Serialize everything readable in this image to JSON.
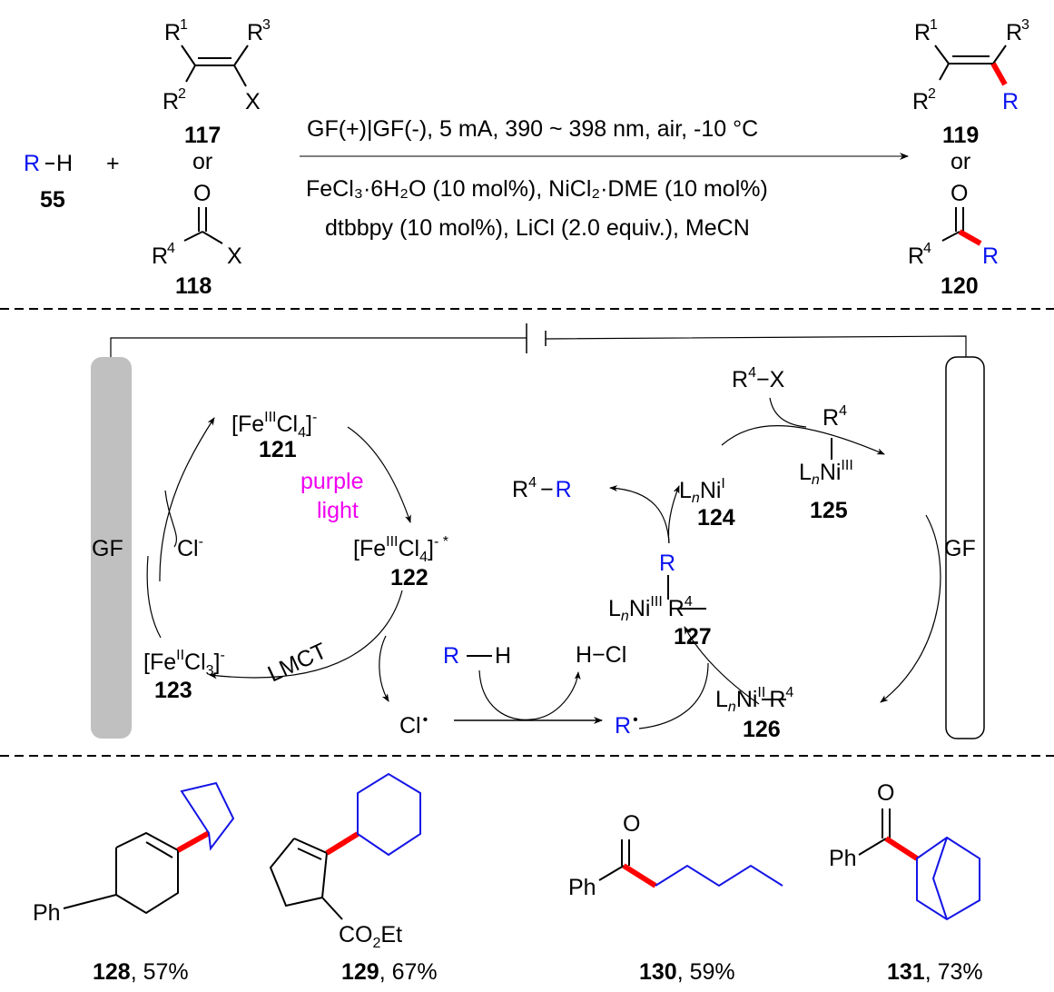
{
  "reaction": {
    "reactant_rh": {
      "r": "R",
      "bond": "−",
      "h": "H",
      "label": "55"
    },
    "plus": "+",
    "substrate_117": {
      "r1": "R",
      "r1_sup": "1",
      "r2": "R",
      "r2_sup": "2",
      "r3": "R",
      "r3_sup": "3",
      "x": "X",
      "label": "117"
    },
    "or_1": "or",
    "substrate_118": {
      "o": "O",
      "r4": "R",
      "r4_sup": "4",
      "x": "X",
      "label": "118"
    },
    "conditions": {
      "line1": "GF(+)|GF(-), 5 mA, 390 ~ 398 nm, air, -10 °C",
      "line2": "FeCl₃·6H₂O (10 mol%), NiCl₂·DME (10 mol%)",
      "line3": "dtbbpy (10 mol%), LiCl (2.0 equiv.), MeCN"
    },
    "product_119": {
      "r1": "R",
      "r1_sup": "1",
      "r2": "R",
      "r2_sup": "2",
      "r3": "R",
      "r3_sup": "3",
      "r": "R",
      "label": "119"
    },
    "or_2": "or",
    "product_120": {
      "o": "O",
      "r4": "R",
      "r4_sup": "4",
      "r": "R",
      "label": "120"
    }
  },
  "mechanism": {
    "electrode_left": "GF",
    "electrode_right": "GF",
    "iron_cycle": {
      "fe121": {
        "text": "[Fe",
        "sup": "III",
        "mid": "Cl",
        "sub": "4",
        "end": "]",
        "charge": "-",
        "label": "121"
      },
      "light_line1": "purple",
      "light_line2": "light",
      "fe122": {
        "text": "[Fe",
        "sup": "III",
        "mid": "Cl",
        "sub": "4",
        "end": "]",
        "charge": "- *",
        "label": "122"
      },
      "fe123": {
        "text": "[Fe",
        "sup": "II",
        "mid": "Cl",
        "sub": "3",
        "end": "]",
        "charge": "-",
        "label": "123"
      },
      "lmct": "LMCT",
      "chloride": "Cl",
      "chloride_charge": "-",
      "cl_radical": "Cl",
      "radical_dot": "•"
    },
    "hat": {
      "rh_r": "R",
      "rh_h": "H",
      "hcl": "H−Cl",
      "r_radical": "R"
    },
    "nickel_cycle": {
      "r4x": {
        "r": "R",
        "sup": "4",
        "rest": "−X"
      },
      "ni124": {
        "l": "L",
        "n": "n",
        "ni": "Ni",
        "ox": "I",
        "label": "124"
      },
      "ni125": {
        "r4": "R",
        "r4_sup": "4",
        "l": "L",
        "n": "n",
        "ni": "Ni",
        "ox": "III",
        "label": "125"
      },
      "ni126": {
        "l": "L",
        "n": "n",
        "ni": "Ni",
        "ox": "II",
        "r4": "R",
        "r4_sup": "4",
        "label": "126"
      },
      "ni127": {
        "r": "R",
        "l": "L",
        "n": "n",
        "ni": "Ni",
        "ox": "III",
        "r4": "R",
        "r4_sup": "4",
        "label": "127"
      },
      "product": {
        "r4": "R",
        "sup": "4",
        "bond": "−",
        "r": "R"
      }
    }
  },
  "examples": [
    {
      "label": "128",
      "yield": ", 57%",
      "substituent": "Ph"
    },
    {
      "label": "129",
      "yield": ", 67%",
      "substituent": "CO",
      "sub2": "2",
      "tail": "Et"
    },
    {
      "label": "130",
      "yield": ", 59%",
      "o": "O",
      "substituent": "Ph"
    },
    {
      "label": "131",
      "yield": ", 73%",
      "o": "O",
      "substituent": "Ph"
    }
  ],
  "colors": {
    "new_bond": "#ff0000",
    "r_group": "#0a14f0",
    "light": "#f000f0",
    "electrode": "#c0c0c0"
  }
}
